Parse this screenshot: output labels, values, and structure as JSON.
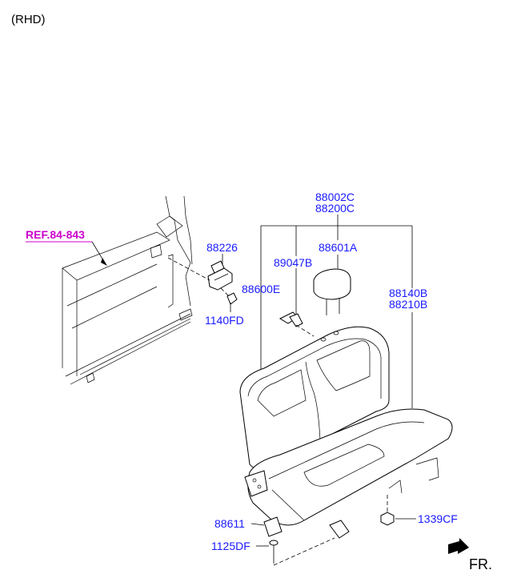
{
  "header": {
    "note": "(RHD)"
  },
  "reference": {
    "text": "REF.84-843",
    "color": "#cc00cc"
  },
  "labels": {
    "p88002C": "88002C",
    "p88200C": "88200C",
    "p88226": "88226",
    "p88601A": "88601A",
    "p89047B": "89047B",
    "p88600E": "88600E",
    "p88140B": "88140B",
    "p88210B": "88210B",
    "p1140FD": "1140FD",
    "p88611": "88611",
    "p1339CF": "1339CF",
    "p1125DF": "1125DF"
  },
  "front_indicator": {
    "text": "FR."
  },
  "colors": {
    "part_label": "#1a1aff",
    "reference": "#cc00cc",
    "line": "#000000"
  }
}
